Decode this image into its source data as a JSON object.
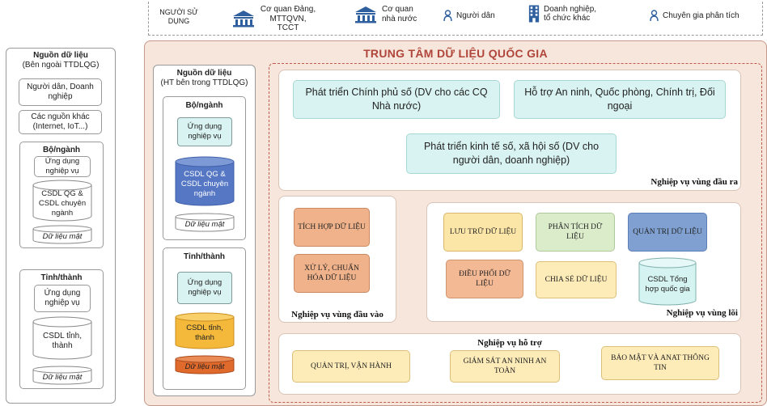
{
  "users": {
    "label": "NGƯỜI SỬ DỤNG",
    "items": [
      {
        "label": "Cơ quan Đảng, MTTQVN, TCCT",
        "icon": "government-building-icon"
      },
      {
        "label": "Cơ quan nhà nước",
        "icon": "government-building-icon"
      },
      {
        "label": "Người dân",
        "icon": "person-icon"
      },
      {
        "label": "Doanh nghiệp, tổ chức khác",
        "icon": "office-building-icon"
      },
      {
        "label": "Chuyên gia phân tích",
        "icon": "person-icon"
      }
    ]
  },
  "external_source": {
    "title": "Nguồn dữ liệu",
    "subtitle": "(Bên ngoài TTDLQG)",
    "citizens": "Người dân, Doanh nghiệp",
    "other_sources": "Các nguồn khác (Internet, IoT...)",
    "ministry": {
      "title": "Bộ/ngành",
      "app": "Ứng dụng nghiệp vụ",
      "db": "CSDL QG & CSDL chuyên ngành",
      "secret": "Dữ liệu mật"
    },
    "province": {
      "title": "Tỉnh/thành",
      "app": "Ứng dụng nghiệp vụ",
      "db": "CSDL tỉnh, thành",
      "secret": "Dữ liệu mật"
    }
  },
  "internal_source": {
    "title": "Nguồn dữ liệu",
    "subtitle": "(HT bên trong TTDLQG)",
    "ministry": {
      "title": "Bộ/ngành",
      "app": "Ứng dụng nghiệp vụ",
      "db": "CSDL QG & CSDL chuyên ngành",
      "secret": "Dữ liệu mật"
    },
    "province": {
      "title": "Tỉnh/thành",
      "app": "Ứng dụng nghiệp vụ",
      "db": "CSDL tỉnh, thành",
      "secret": "Dữ liệu mật"
    }
  },
  "center": {
    "title": "TRUNG TÂM DỮ LIỆU QUỐC GIA",
    "output_zone": {
      "label": "Nghiệp vụ vùng đầu ra",
      "items": [
        "Phát triển Chính phủ số (DV cho các CQ Nhà nước)",
        "Hỗ trợ An ninh, Quốc phòng, Chính trị, Đối ngoại",
        "Phát triển kinh tế số, xã hội số (DV cho người dân, doanh nghiệp)"
      ]
    },
    "input_zone": {
      "label": "Nghiệp vụ vùng đầu vào",
      "items": [
        "TÍCH HỢP DỮ LIỆU",
        "XỬ LÝ, CHUẨN HÓA DỮ LIỆU"
      ]
    },
    "core_zone": {
      "label": "Nghiệp vụ vùng lõi",
      "items": [
        "LƯU TRỮ DỮ LIỆU",
        "PHÂN TÍCH DỮ LIỆU",
        "QUẢN TRỊ DỮ LIỆU",
        "ĐIỀU PHỐI DỮ LIỆU",
        "CHIA SẺ DỮ LIỆU"
      ],
      "db": "CSDL Tổng hợp quốc gia"
    },
    "support_zone": {
      "label": "Nghiệp vụ hỗ trợ",
      "items": [
        "QUẢN TRỊ, VẬN HÀNH",
        "GIÁM SÁT AN NINH AN TOÀN",
        "BẢO MẬT VÀ ANAT THÔNG TIN"
      ]
    }
  }
}
